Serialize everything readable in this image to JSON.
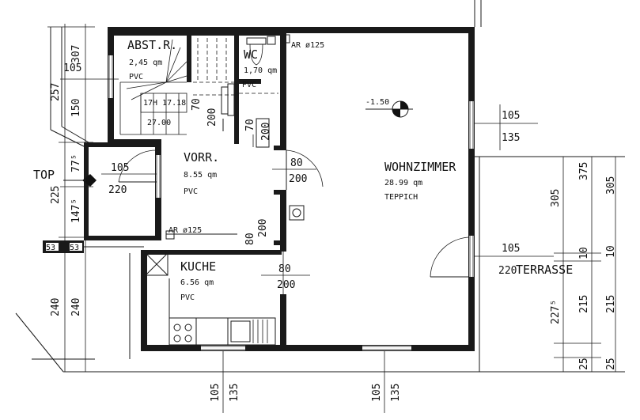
{
  "rooms": {
    "abstr": {
      "name": "ABST.R.",
      "area": "2,45 qm",
      "floor": "PVC"
    },
    "wc": {
      "name": "WC",
      "area": "1,70 qm",
      "floor": "PVC"
    },
    "vorr": {
      "name": "VORR.",
      "area": "8.55 qm",
      "floor": "PVC"
    },
    "wohn": {
      "name": "WOHNZIMMER",
      "area": "28.99 qm",
      "floor": "TEPPICH"
    },
    "kueche": {
      "name": "KUCHE",
      "area": "6.56 qm",
      "floor": "PVC"
    },
    "terrasse": {
      "name": "TERRASSE"
    }
  },
  "labels": {
    "top": "TOP",
    "ar_top": "AR ø125",
    "ar_mid": "AR ø125",
    "level": "-1.50",
    "stair_top": "17H 17.18",
    "stair_bot": "27.00"
  },
  "dims": {
    "d80a": "80",
    "d200a": "200",
    "d80b": "80",
    "d200b": "200",
    "d80c": "80",
    "d200c": "200",
    "d70a": "70",
    "d200d": "200",
    "d70b": "70",
    "d200e": "200",
    "d105a": "105",
    "d220a": "220",
    "d105b": "105",
    "d135b": "135",
    "d105c": "105",
    "d220c": "220",
    "d105d": "105",
    "d135d": "135",
    "d105e": "105",
    "d135e": "135",
    "d305a": "305",
    "d375": "375",
    "d305b": "305",
    "d10a": "10",
    "d10b": "10",
    "d215a": "215",
    "d215b": "215",
    "d2275": "227⁵",
    "d25a": "25",
    "d25b": "25",
    "d307": "307",
    "d105f": "105",
    "d150": "150",
    "d257": "257",
    "d775": "77⁵",
    "d225": "225",
    "d1475": "147⁵",
    "d53a": "53",
    "d53b": "53",
    "d240a": "240",
    "d240b": "240"
  }
}
